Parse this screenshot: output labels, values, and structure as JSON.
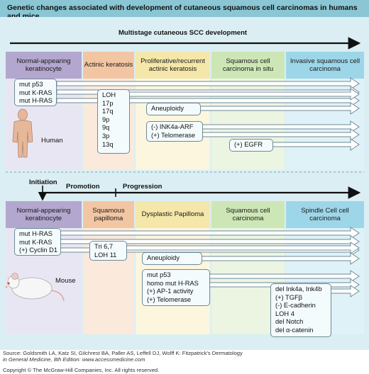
{
  "title": "Genetic changes associated with development of cutaneous squamous cell carcinomas in humans and mice",
  "human": {
    "header": "Multistage cutaneous SCC development",
    "stages": [
      "Normal-appearing keratinocyte",
      "Actinic keratosis",
      "Proliferative/recurrent actinic keratosis",
      "Squamous cell carcinoma in situ",
      "Invasive squamous cell carcinoma"
    ],
    "boxes": {
      "mutations": [
        "mut p53",
        "mut K-RAS",
        "mut H-RAS"
      ],
      "loh": [
        "LOH",
        "17p",
        "17q",
        "9p",
        "9q",
        "3p",
        "13q"
      ],
      "aneuploidy": "Aneuploidy",
      "ink": [
        "(-) INK4a-ARF",
        "(+) Telomerase"
      ],
      "egfr": "(+) EGFR"
    },
    "label": "Human"
  },
  "mouse": {
    "phases": {
      "initiation": "Initiation",
      "promotion": "Promotion",
      "progression": "Progression"
    },
    "stages": [
      "Normal-appearing keratinocyte",
      "Squamous papilloma",
      "Dysplastic Papilloma",
      "Squamous cell carcinoma",
      "Spindle Cell cell carcinoma"
    ],
    "boxes": {
      "mutations": [
        "mut H-RAS",
        "mut K-RAS",
        "(+) Cyclin D1"
      ],
      "tri": [
        "Tri 6,7",
        "LOH 11"
      ],
      "aneuploidy": "Aneuploidy",
      "p53": [
        "mut p53",
        "homo mut H-RAS",
        "(+) AP-1 activity",
        "(+) Telomerase"
      ],
      "del": [
        "del Ink4a, Ink4b",
        "(+) TGFβ",
        "(-) E-cadherin",
        "LOH 4",
        "del Notch",
        "del α-catenin"
      ]
    },
    "label": "Mouse"
  },
  "source": {
    "line1": "Source: Goldsmith LA, Katz SI, Gilchrest BA, Paller AS, Leffell DJ, Wolff K: Fitzpatrick's Dermatology",
    "line2": "in General Medicine, 8th Edition: www.accessmedicine.com",
    "copyright": "Copyright © The McGraw-Hill Companies, Inc. All rights reserved."
  },
  "colors": {
    "title_bg": "#8ac6d4",
    "panel_bg": "#dbeef3",
    "stage1": "#b3a7cf",
    "stage2": "#f3c6a3",
    "stage3": "#f4e7a9",
    "stage4": "#cde6b6",
    "stage5": "#9dd6e8"
  }
}
